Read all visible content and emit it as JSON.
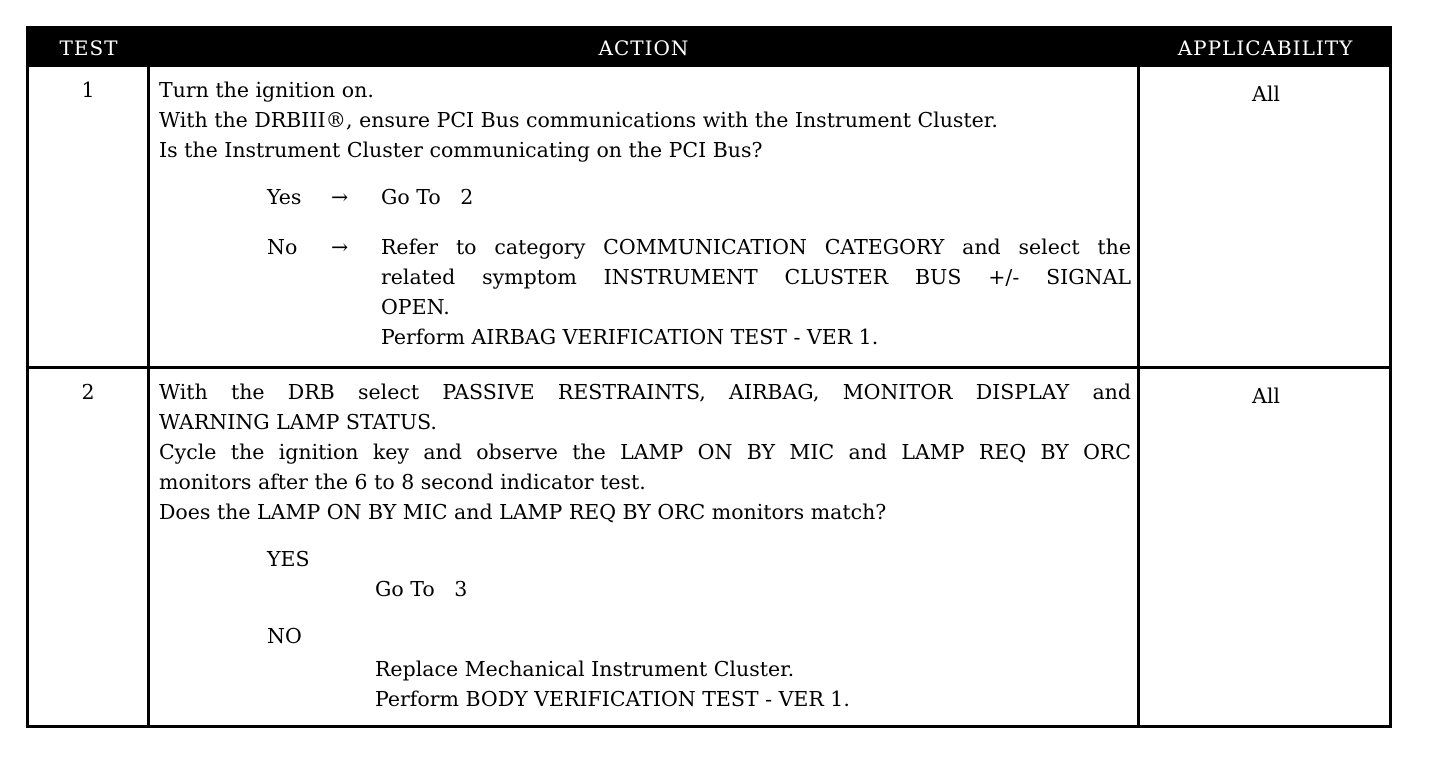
{
  "header": {
    "test": "TEST",
    "action": "ACTION",
    "applicability": "APPLICABILITY"
  },
  "rows": [
    {
      "test": "1",
      "applicability": "All",
      "lines": [
        "Turn the ignition on.",
        "With the DRBIII®, ensure PCI Bus communications with the Instrument Cluster.",
        "Is the Instrument Cluster communicating on the PCI Bus?"
      ],
      "yes_label": "Yes",
      "yes_arrow": "→",
      "yes_action": "Go To   2",
      "no_label": "No",
      "no_arrow": "→",
      "no_action_lines": [
        "Refer to category COMMUNICATION CATEGORY and select the",
        "related symptom INSTRUMENT CLUSTER BUS +/- SIGNAL",
        "OPEN.",
        "Perform AIRBAG VERIFICATION TEST - VER 1."
      ]
    },
    {
      "test": "2",
      "applicability": "All",
      "lines": [
        "With the DRB select PASSIVE RESTRAINTS, AIRBAG, MONITOR DISPLAY and",
        "WARNING LAMP STATUS.",
        "Cycle the ignition key and observe the LAMP ON BY MIC and LAMP REQ BY ORC",
        "monitors after the 6 to 8 second indicator test.",
        "Does the LAMP ON BY MIC and LAMP REQ BY ORC monitors match?"
      ],
      "yes_label": "YES",
      "yes_action": "Go To   3",
      "no_label": "NO",
      "no_action_lines": [
        "Replace Mechanical Instrument Cluster.",
        "Perform BODY VERIFICATION TEST - VER 1."
      ]
    }
  ]
}
